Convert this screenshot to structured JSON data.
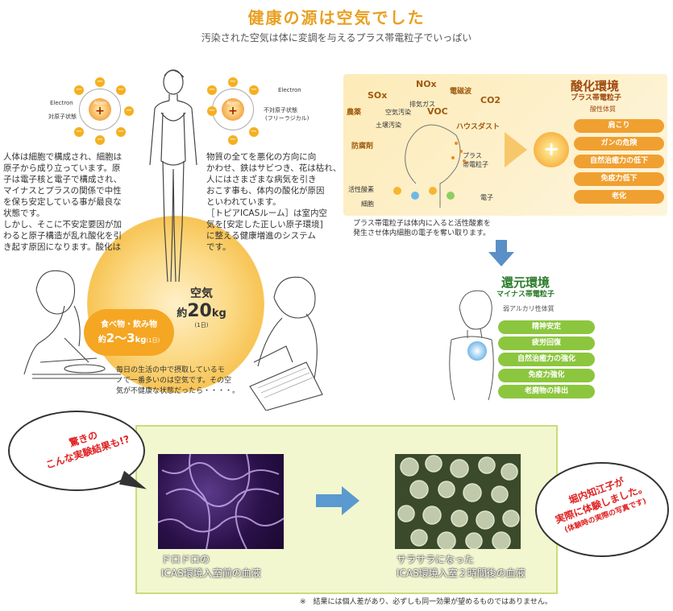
{
  "header": {
    "title": "健康の源は空気でした",
    "subtitle": "汚染された空気は体に変調を与えるプラス帯電粒子でいっぱい"
  },
  "atom_left": {
    "atom": "Atom",
    "plus": "+",
    "minus": "−",
    "electron": "Electron",
    "state": "対原子状態"
  },
  "atom_right": {
    "atom": "Atom",
    "plus": "+",
    "minus": "−",
    "electron": "Electron",
    "state": "不対原子状態",
    "state_sub": "(フリーラジカル)"
  },
  "left_text": [
    "人体は細胞で構成され、細胞は",
    "原子から成り立っています。原",
    "子は電子核と電子で構成され、",
    "マイナスとプラスの関係で中性",
    "を保ち安定している事が最良な",
    "状態です。",
    "しかし、そこに不安定要因が加",
    "わると原子構造が乱れ酸化を引",
    "き起す原因になります。酸化は"
  ],
  "right_text": [
    "物質の全てを悪化の方向に向",
    "かわせ、鉄はサビつき、花は枯れ、",
    "人にはさまざまな病気を引き",
    "おこす事も、体内の酸化が原因",
    "といわれています。",
    "［トピアICASルーム］は室内空",
    "気を[安定した正しい原子環境]",
    "に整える健康増進のシステム",
    "です。"
  ],
  "intake": {
    "air_label": "空気",
    "air_amount_prefix": "約",
    "air_amount": "20",
    "air_unit": "kg",
    "air_per": "(1日)",
    "food_label": "食べ物・飲み物",
    "food_prefix": "約",
    "food_amount": "2〜3",
    "food_unit": "kg",
    "food_per": "(1日)"
  },
  "daily_text": [
    "毎日の生活の中で摂取しているモ",
    "ノで一番多いのは空気です。その空",
    "気が不健康な状態だったら・・・・。"
  ],
  "pollution_panel": {
    "sox": "SOx",
    "nox": "NOx",
    "em": "電磁波",
    "co2": "CO2",
    "voc": "VOC",
    "pesticide": "農薬",
    "exhaust": "排気ガス",
    "air_pollution": "空気汚染",
    "soil": "土壌汚染",
    "house_dust": "ハウスダスト",
    "antisep": "防腐剤",
    "plus_particles": "プラス\n帯電粒子",
    "plus_particles_l1": "プラス",
    "plus_particles_l2": "帯電粒子",
    "active_oxygen": "活性酸素",
    "cell": "細胞",
    "electron": "電子",
    "oxidation_title": "酸化環境",
    "oxidation_sub": "プラス帯電粒子",
    "oxidation_body": "酸性体質",
    "oxidation_effects": [
      "肩こり",
      "ガンの危険",
      "自然治癒力の低下",
      "免疫力低下",
      "老化"
    ]
  },
  "pollution_caption": [
    "プラス帯電粒子は体内に入ると活性酸素を",
    "発生させ体内細胞の電子を奪い取ります。"
  ],
  "reduction": {
    "title": "還元環境",
    "sub": "マイナス帯電粒子",
    "body": "弱アルカリ性体質",
    "effects": [
      "精神安定",
      "疲労回復",
      "自然治癒力の強化",
      "免疫力強化",
      "老廃物の排出"
    ]
  },
  "experiment": {
    "bubble_left_l1": "驚きの",
    "bubble_left_l2": "こんな実験結果も!?",
    "before_l1": "ドロドロの",
    "before_l2": "ICAS環境入室前の血液",
    "after_l1": "サラサラになった",
    "after_l2": "ICAS環境入室２時間後の血液",
    "bubble_right_l1": "堀内知江子が",
    "bubble_right_l2": "実際に体験しました。",
    "bubble_right_l3": "(体験時の実際の写真です)"
  },
  "footnote": "※　結果には個人差があり、必ずしも同一効果が望めるものではありません。",
  "colors": {
    "title": "#e8a020",
    "orange_pill": "#f0a030",
    "green_pill": "#8cc63f",
    "panel_bg": "#fdf0c8",
    "green_box": "#f2f7d0",
    "arrow": "#5a8fc8",
    "red_text": "#e02020"
  }
}
